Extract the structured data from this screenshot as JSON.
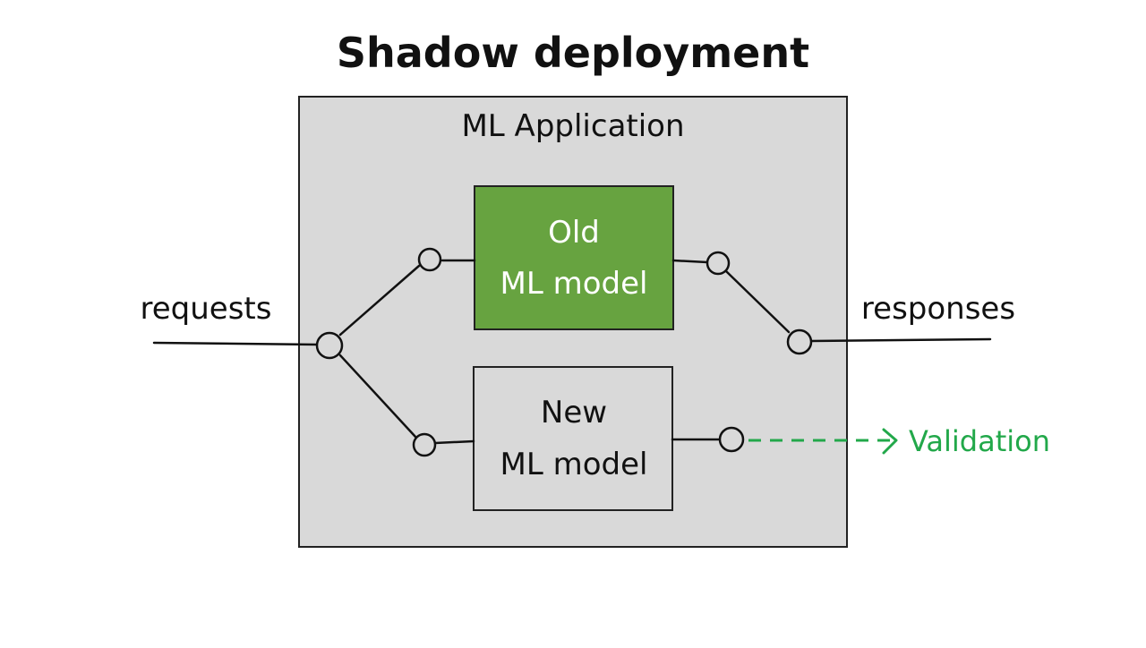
{
  "title": "Shadow deployment",
  "application": {
    "label": "ML Application"
  },
  "models": {
    "old": {
      "line1": "Old",
      "line2": "ML model"
    },
    "new": {
      "line1": "New",
      "line2": "ML model"
    }
  },
  "io": {
    "input_label": "requests",
    "output_label": "responses",
    "shadow_output_label": "Validation"
  },
  "colors": {
    "ink": "#111111",
    "app_fill": "#d9d9d9",
    "old_model_fill": "#67a340",
    "new_model_fill": "#d9d9d9",
    "validation": "#22a84a",
    "white_text": "#ffffff"
  }
}
